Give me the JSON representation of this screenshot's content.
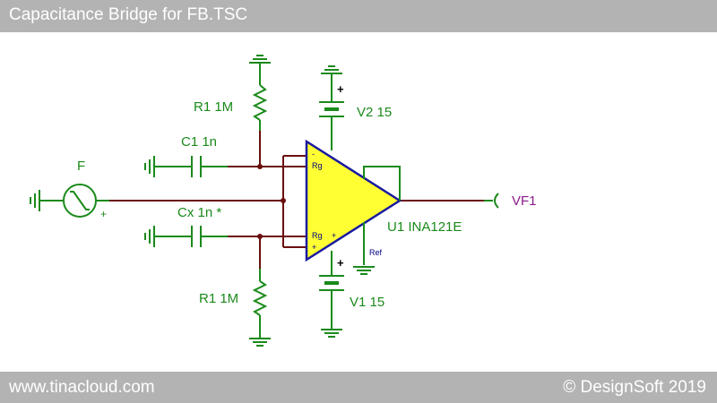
{
  "header": {
    "title": "Capacitance Bridge for FB.TSC"
  },
  "footer": {
    "link": "www.tinacloud.com",
    "copyright": "© DesignSoft 2019"
  },
  "components": {
    "r1_top": "R1 1M",
    "r1_bottom": "R1 1M",
    "c1": "C1 1n",
    "cx": "Cx 1n *",
    "source": "F",
    "source_plus": "+",
    "v2": "V2 15",
    "v1": "V1 15",
    "v2_plus": "+",
    "v1_plus": "+",
    "amp": "U1 INA121E",
    "output": "VF1"
  },
  "amp_pins": {
    "minus": "-",
    "rg_top": "Rg",
    "rg_bottom": "Rg",
    "plus_in": "+",
    "plus_out": "+",
    "ref": "Ref"
  },
  "colors": {
    "title_bar": "#b3b3b3",
    "wire": "#6b0f0f",
    "component": "#1a8a1a",
    "amp_fill": "#ffff33",
    "amp_outline": "#1a1aa0",
    "output_label": "#8a1a8a"
  }
}
